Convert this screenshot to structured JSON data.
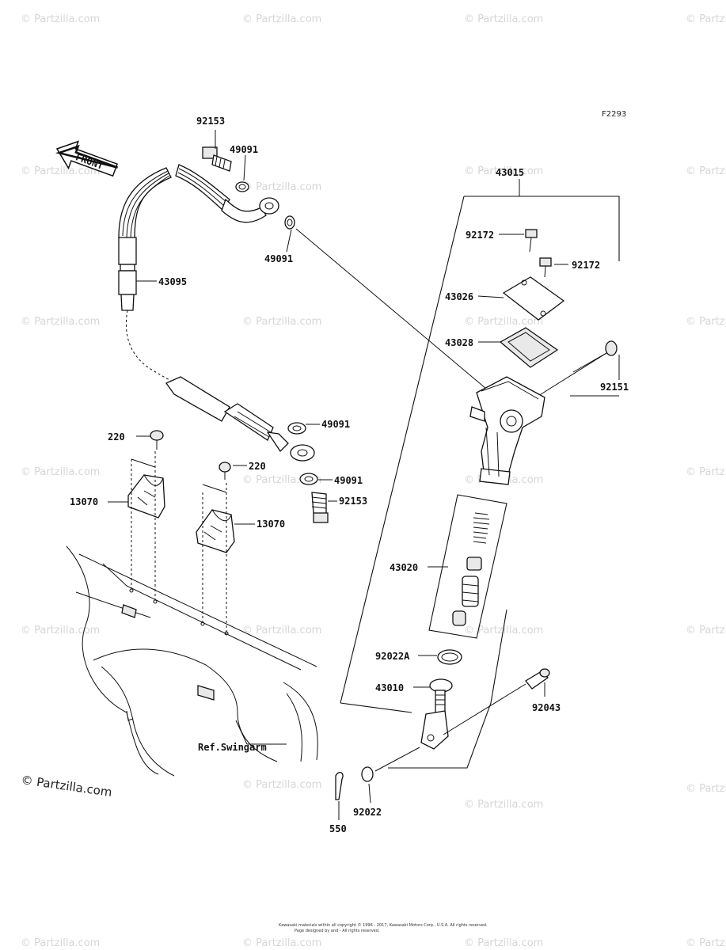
{
  "diagram": {
    "figure_code": "F2293",
    "front_label": "FRONT",
    "parts": [
      {
        "id": "p92153a",
        "label": "92153"
      },
      {
        "id": "p49091a",
        "label": "49091"
      },
      {
        "id": "p49091b",
        "label": "49091"
      },
      {
        "id": "p43095",
        "label": "43095"
      },
      {
        "id": "p43015",
        "label": "43015"
      },
      {
        "id": "p92172a",
        "label": "92172"
      },
      {
        "id": "p92172b",
        "label": "92172"
      },
      {
        "id": "p43026",
        "label": "43026"
      },
      {
        "id": "p43028",
        "label": "43028"
      },
      {
        "id": "p92151",
        "label": "92151"
      },
      {
        "id": "p49091c",
        "label": "49091"
      },
      {
        "id": "p49091d",
        "label": "49091"
      },
      {
        "id": "p92153b",
        "label": "92153"
      },
      {
        "id": "p220a",
        "label": "220"
      },
      {
        "id": "p220b",
        "label": "220"
      },
      {
        "id": "p13070a",
        "label": "13070"
      },
      {
        "id": "p13070b",
        "label": "13070"
      },
      {
        "id": "p43020",
        "label": "43020"
      },
      {
        "id": "p92022A",
        "label": "92022A"
      },
      {
        "id": "p43010",
        "label": "43010"
      },
      {
        "id": "p92043",
        "label": "92043"
      },
      {
        "id": "p92022",
        "label": "92022"
      },
      {
        "id": "p550",
        "label": "550"
      }
    ],
    "reference_label": "Ref.Swingarm"
  },
  "watermark": {
    "text": "© Partzilla.com",
    "credit": "© Partzilla.com"
  },
  "footer": {
    "line1": "Kawasaki materials within all copyright © 1996 - 2017, Kawasaki Motors Corp., U.S.A. All rights reserved.",
    "line2": "Page designed by and - All rights reserved."
  }
}
